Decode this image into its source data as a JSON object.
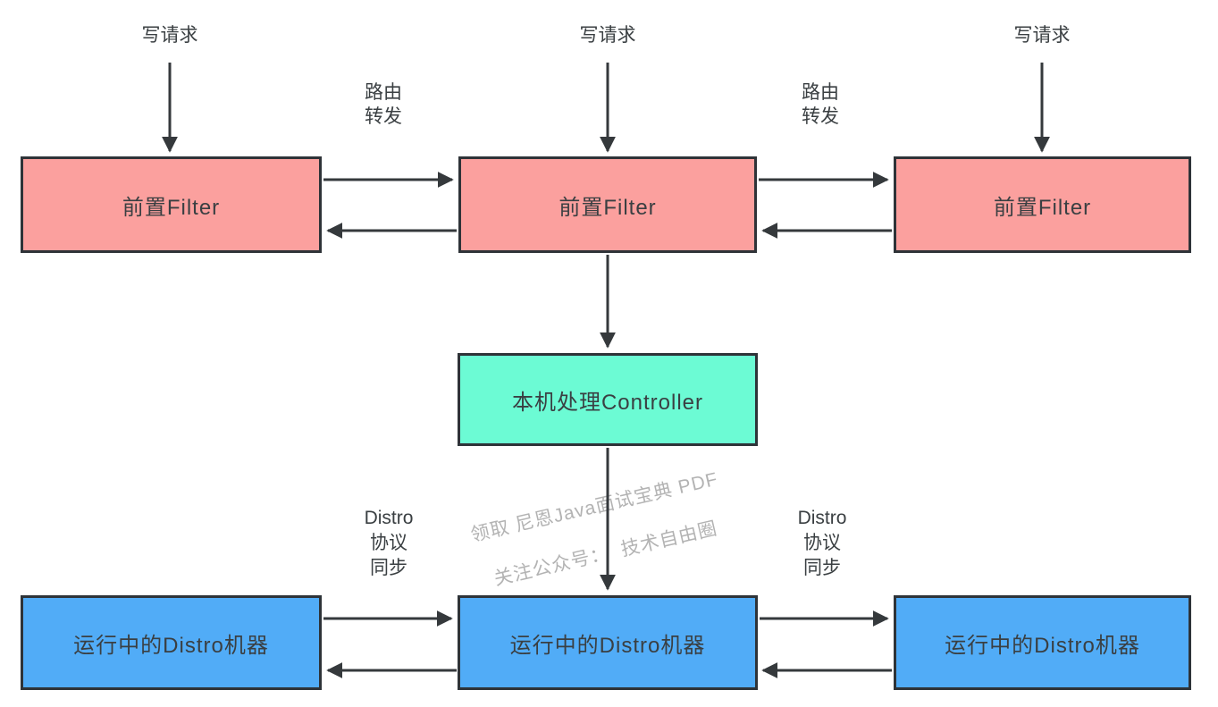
{
  "diagram": {
    "filter_boxes": [
      "前置Filter",
      "前置Filter",
      "前置Filter"
    ],
    "controller_box": "本机处理Controller",
    "machine_boxes": [
      "运行中的Distro机器",
      "运行中的Distro机器",
      "运行中的Distro机器"
    ],
    "annotations": {
      "write_request": [
        "写请求",
        "写请求",
        "写请求"
      ],
      "route_forward": [
        [
          "路由",
          "转发"
        ],
        [
          "路由",
          "转发"
        ]
      ],
      "distro_sync": [
        [
          "Distro",
          "协议",
          "同步"
        ],
        [
          "Distro",
          "协议",
          "同步"
        ]
      ]
    },
    "watermark": {
      "line1": "领取 尼恩Java面试宝典 PDF",
      "line2": "关注公众号：  技术自由圈"
    },
    "colors": {
      "filter_fill": "#FBA09E",
      "controller_fill": "#6CFBD4",
      "machine_fill": "#51ACF7",
      "border": "#2E3338",
      "arrow": "#35393C",
      "text": "#3A3F42",
      "watermark": "#B3B3B3"
    }
  }
}
